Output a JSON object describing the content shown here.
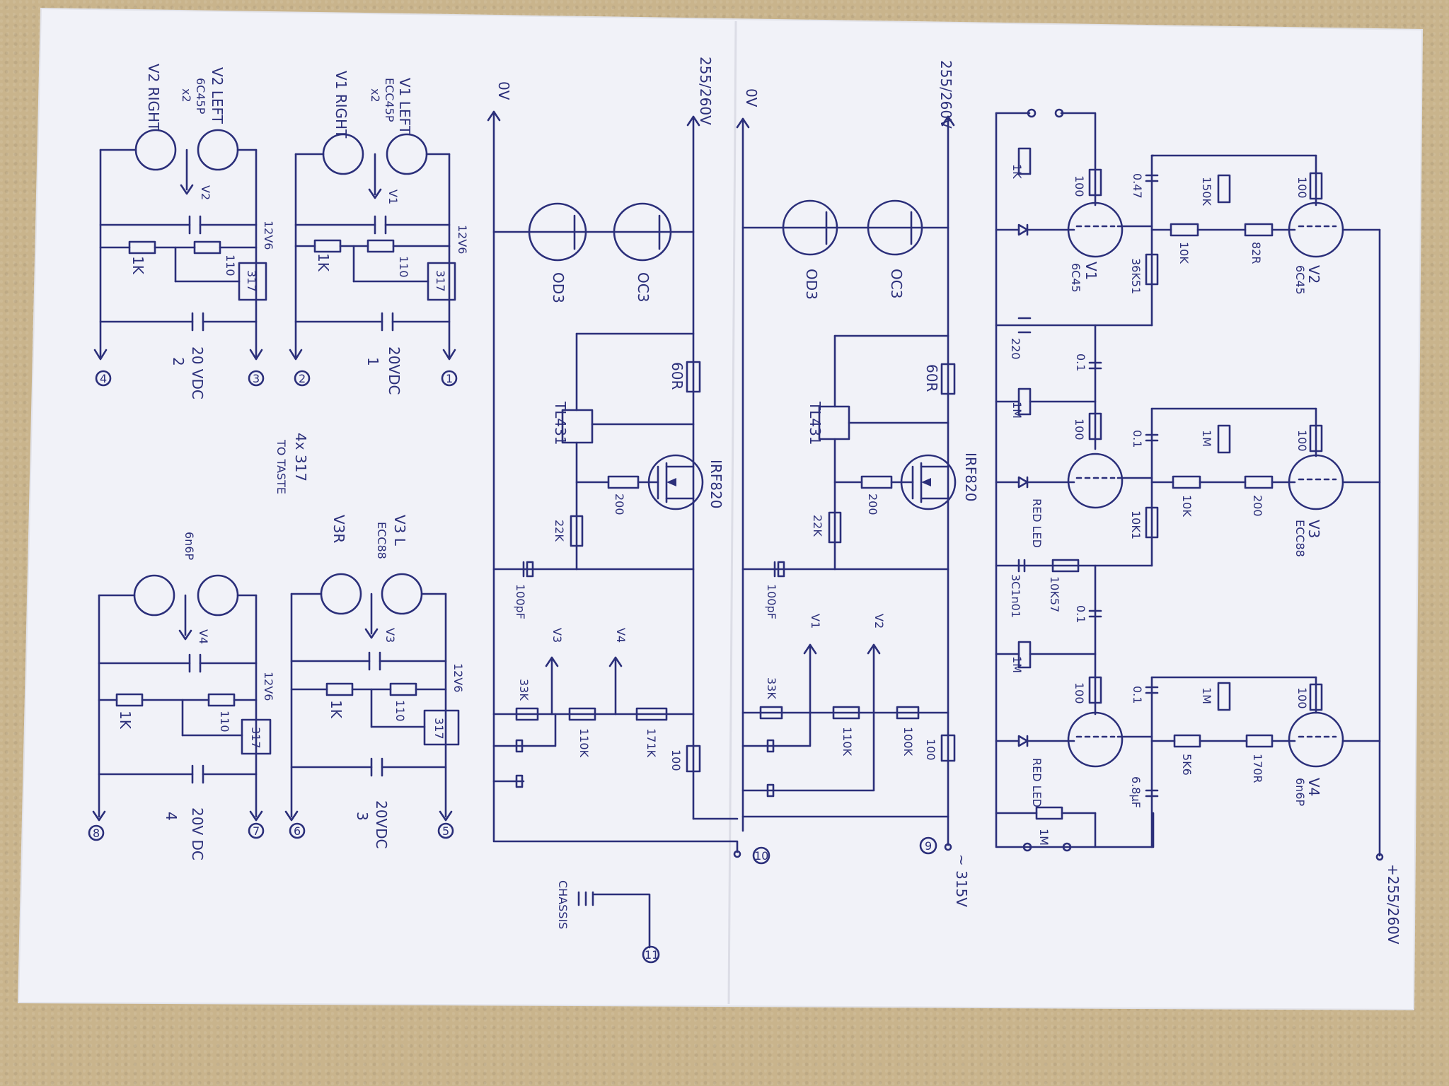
{
  "rails": {
    "zero_v_top": "0V",
    "supply_top": "255/260V",
    "zero_v_mid": "0V",
    "supply_mid": "255/260V",
    "supply_right": "+255/260V",
    "ac_in": "~ 315V",
    "chassis": "CHASSIS"
  },
  "terminals": [
    "1",
    "2",
    "3",
    "4",
    "5",
    "6",
    "7",
    "8",
    "9",
    "10",
    "11"
  ],
  "heater_blocks": [
    {
      "lead1": "V1 LEFT",
      "lead2": "ECC45P",
      "lead3": "x2",
      "lead4": "V1 RIGHT",
      "vreg": "317",
      "rail": "12V6",
      "r_small": "110",
      "r_big": "1K",
      "arrow_label": "V1",
      "out": "20VDC",
      "num": "1"
    },
    {
      "lead1": "V2 LEFT",
      "lead2": "6C45P",
      "lead3": "x2",
      "lead4": "V2 RIGHT",
      "vreg": "317",
      "rail": "12V6",
      "r_small": "110",
      "r_big": "1K",
      "arrow_label": "V2",
      "out": "20 VDC",
      "num": "2"
    },
    {
      "lead1": "V3 L",
      "lead2": "ECC88",
      "lead3": "",
      "lead4": "V3R",
      "vreg": "317",
      "rail": "12V6",
      "r_small": "110",
      "r_big": "1K",
      "arrow_label": "V3",
      "out": "20VDC",
      "num": "3"
    },
    {
      "lead1": "",
      "lead2": "6n6P",
      "lead3": "",
      "lead4": "",
      "vreg": "317",
      "rail": "12V6",
      "r_small": "110",
      "r_big": "1K",
      "arrow_label": "V4",
      "out": "20V DC",
      "num": "4"
    }
  ],
  "note_4x317": "4x 317",
  "note_taste": "TO TASTE",
  "regulator_left": {
    "tube1": "OD3",
    "tube2": "OC3",
    "r_top": "60R",
    "shunt": "TL431",
    "r_gate": "200",
    "mosfet": "IRF820",
    "r_bottom": "22K",
    "cap": "100pF",
    "r_33k": "33K",
    "r_110k": "110K",
    "r_171k": "171K",
    "r_100": "100",
    "tap1": "V3",
    "tap2": "V4"
  },
  "regulator_right": {
    "tube1": "OD3",
    "tube2": "OC3",
    "r_top": "60R",
    "shunt": "TL431",
    "r_gate": "200",
    "mosfet": "IRF820",
    "r_bottom": "22K",
    "cap": "100pF",
    "r_33k": "33K",
    "r_110k": "110K",
    "r_100k": "100K",
    "r_100": "100",
    "tap1": "V1",
    "tap2": "V2"
  },
  "amp_stage1": {
    "r_in": "1K",
    "r_anode_v1": "100",
    "cap_couple": "0.47",
    "r_150k": "150K",
    "r_anode_v2": "100",
    "r_10k": "10K",
    "r_82r": "82R",
    "r_cath": "36K51",
    "tube_v1": "V1",
    "tube_v1_type": "6C45",
    "tube_v2": "V2",
    "tube_v2_type": "6C45",
    "cap_220": "220"
  },
  "amp_stage2": {
    "cap_01a": "0.1",
    "r_1m_a": "1M",
    "r_anode": "100",
    "cap_01b": "0.1",
    "r_1m_b": "1M",
    "r_anode_v3": "100",
    "r_10k": "10K",
    "r_200": "200",
    "r_cath": "10K1",
    "led": "RED LED",
    "tube_v3": "V3",
    "tube_v3_type": "ECC88",
    "cap_bottom": "3C1n01",
    "r_10k57": "10K57"
  },
  "amp_stage3": {
    "cap_01": "0.1",
    "r_1m_a": "1M",
    "r_anode": "100",
    "cap_01b": "0.1",
    "r_1m_b": "1M",
    "r_anode_v4": "100",
    "r_5k6": "5K6",
    "r_170r": "170R",
    "cap_68": "6.8µF",
    "led": "RED LED",
    "r_1m_c": "1M",
    "tube_v4": "V4",
    "tube_v4_type": "6n6P"
  }
}
